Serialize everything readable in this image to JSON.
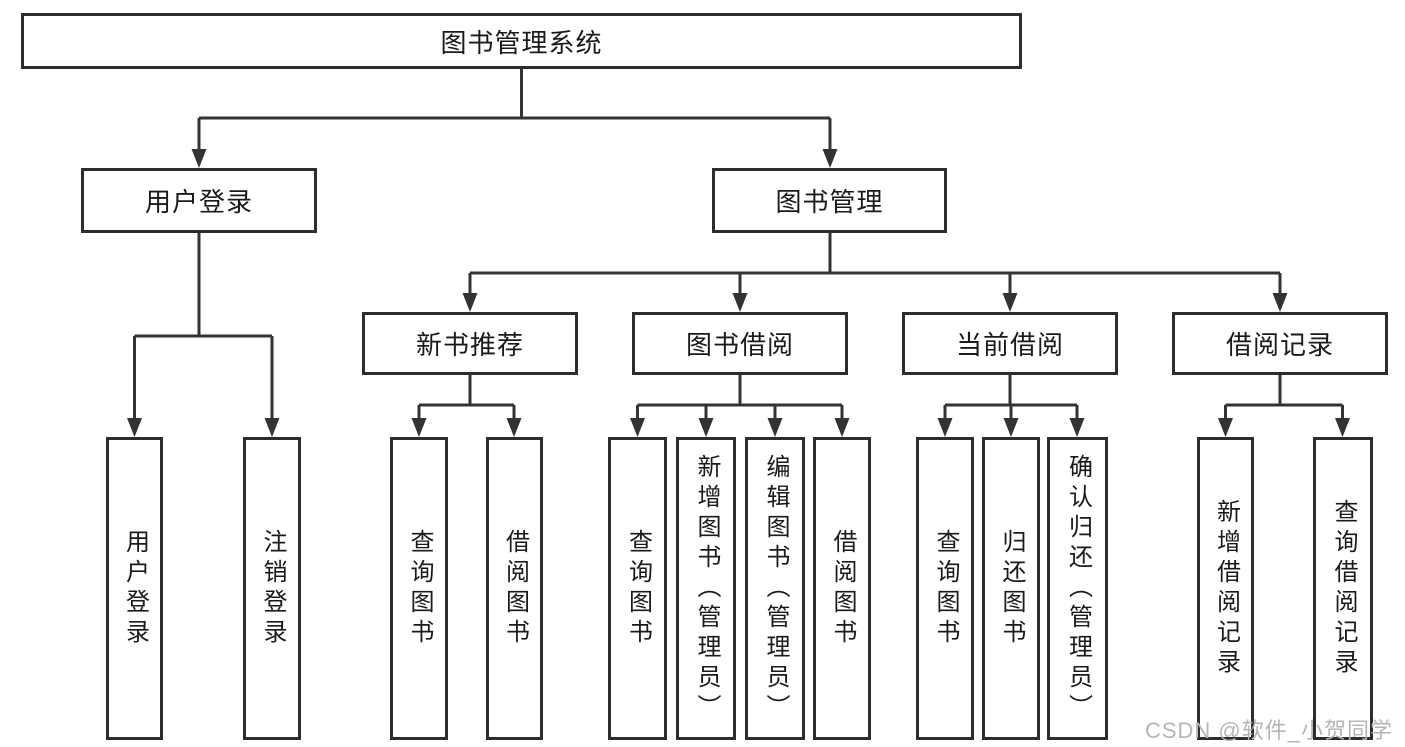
{
  "diagram": {
    "root": {
      "label": "图书管理系统"
    },
    "branches": [
      {
        "label": "用户登录",
        "children": [
          {
            "label": "用户登录"
          },
          {
            "label": "注销登录"
          }
        ]
      },
      {
        "label": "图书管理",
        "children": [
          {
            "label": "新书推荐",
            "children": [
              {
                "label": "查询图书"
              },
              {
                "label": "借阅图书"
              }
            ]
          },
          {
            "label": "图书借阅",
            "children": [
              {
                "label": "查询图书"
              },
              {
                "label": "新增图书（管理员）"
              },
              {
                "label": "编辑图书（管理员）"
              },
              {
                "label": "借阅图书"
              }
            ]
          },
          {
            "label": "当前借阅",
            "children": [
              {
                "label": "查询图书"
              },
              {
                "label": "归还图书"
              },
              {
                "label": "确认归还（管理员）"
              }
            ]
          },
          {
            "label": "借阅记录",
            "children": [
              {
                "label": "新增借阅记录"
              },
              {
                "label": "查询借阅记录"
              }
            ]
          }
        ]
      }
    ]
  },
  "watermark": {
    "text": "CSDN @软件_小贺同学"
  },
  "colors": {
    "background": "#ffffff",
    "box_border": "#2d2d2d",
    "line": "#333333",
    "text": "#1a1a1a",
    "watermark": "#b5b5b5"
  }
}
